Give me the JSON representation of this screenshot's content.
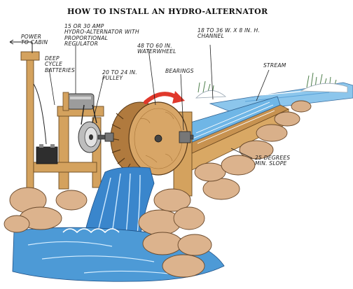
{
  "title": "HOW TO INSTALL AN HYDRO-ALTERNATOR",
  "labels": {
    "power_to_cabin": [
      "POWER",
      "TO CABIN"
    ],
    "alternator": [
      "15 OR 30 AMP",
      "HYDRO-ALTERNATOR WITH",
      "PROPORTIONAL",
      "REGULATOR"
    ],
    "channel": [
      "18 TO 36 W. x 8 IN. H.",
      "CHANNEL"
    ],
    "batteries": [
      "DEEP",
      "CYCLE",
      "BATTERIES"
    ],
    "pulley": [
      "20 TO 24 IN.",
      "PULLEY"
    ],
    "waterwheel": [
      "48 TO 60 IN.",
      "WATERWHEEL"
    ],
    "bearings": [
      "BEARINGS"
    ],
    "stream": [
      "STREAM"
    ],
    "slope": [
      "25 DEGREES",
      "MIN. SLOPE"
    ]
  },
  "colors": {
    "wood": "#d4a25e",
    "wood_dark": "#9c6a32",
    "water": "#2f7fc6",
    "water_light": "#9fd0ef",
    "rock": "#d9b08a",
    "arrow": "#e0382b",
    "grass": "#5a8f5a"
  }
}
